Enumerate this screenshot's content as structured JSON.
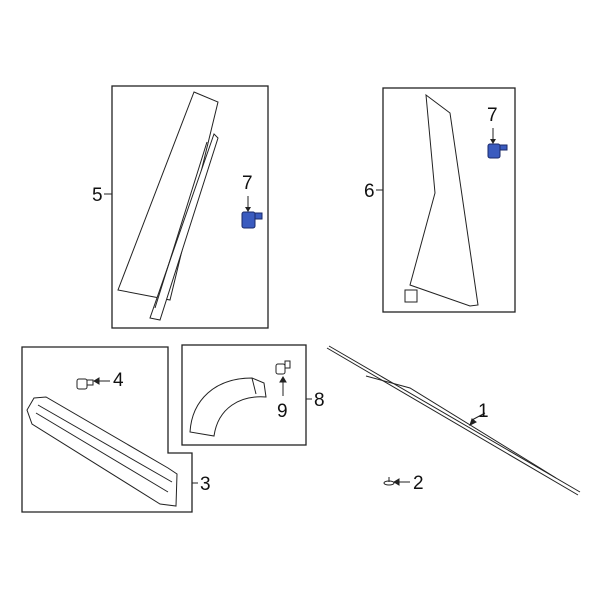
{
  "diagram": {
    "type": "exploded parts diagram",
    "accent_color": "#3a5bbf",
    "callouts": [
      {
        "id": "1",
        "label": "1",
        "part": "long molding strip"
      },
      {
        "id": "2",
        "label": "2",
        "part": "small fastener"
      },
      {
        "id": "3",
        "label": "3",
        "part": "rocker / door lower molding"
      },
      {
        "id": "4",
        "label": "4",
        "part": "molding clip"
      },
      {
        "id": "5",
        "label": "5",
        "part": "front pillar applique"
      },
      {
        "id": "6",
        "label": "6",
        "part": "rear pillar applique"
      },
      {
        "id": "7a",
        "label": "7",
        "part": "clip (highlighted)"
      },
      {
        "id": "7b",
        "label": "7",
        "part": "clip (highlighted)"
      },
      {
        "id": "8",
        "label": "8",
        "part": "wheel opening molding"
      },
      {
        "id": "9",
        "label": "9",
        "part": "molding clip"
      }
    ]
  }
}
